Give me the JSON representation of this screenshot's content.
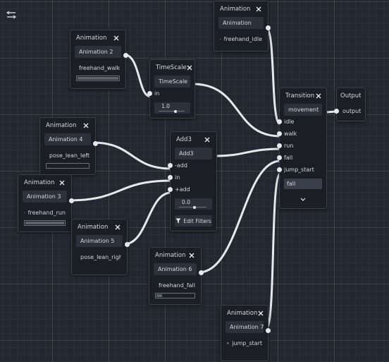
{
  "colors": {
    "canvas": "#232730",
    "node_bg": "#1b1e25",
    "field_bg": "#2d313b",
    "wire": "#e6e8ec",
    "select_bg": "#3a3f4c"
  },
  "toolbar": {
    "toggle_icon": "graph-toggle-icon"
  },
  "nodes": {
    "anim_walk": {
      "title": "Animation",
      "name": "Animation 2",
      "animation": "freehand_walk",
      "progress": 1.0
    },
    "anim_idle": {
      "title": "Animation",
      "name": "Animation",
      "animation": "freehand_idle",
      "progress": null
    },
    "timescale": {
      "title": "TimeScale",
      "name": "TimeScale",
      "in_label": "in",
      "value": "1.0",
      "slider_fraction": 0.55
    },
    "anim_lean_left": {
      "title": "Animation",
      "name": "Animation 4",
      "animation": "pose_lean_left",
      "progress": 0.0
    },
    "anim_run": {
      "title": "Animation",
      "name": "Animation 3",
      "animation": "freehand_run",
      "progress": 1.0
    },
    "anim_lean_right": {
      "title": "Animation",
      "name": "Animation 5",
      "animation": "pose_lean_right",
      "progress": null
    },
    "add3": {
      "title": "Add3",
      "name": "Add3",
      "port_add_neg": "-add",
      "port_in": "in",
      "port_add_pos": "+add",
      "value": "0.0",
      "slider_fraction": 0.5,
      "filters_label": "Edit Filters"
    },
    "anim_fall": {
      "title": "Animation",
      "name": "Animation 6",
      "animation": "freehand_fall",
      "progress": 0.15
    },
    "anim_jump": {
      "title": "Animation",
      "name": "Animation 7",
      "animation": "jump_start",
      "progress": null
    },
    "transition": {
      "title": "Transition",
      "name": "movement",
      "ports": [
        "idle",
        "walk",
        "run",
        "fall",
        "jump_start"
      ],
      "current_state": "fall"
    },
    "output": {
      "title": "Output",
      "port": "output"
    }
  }
}
